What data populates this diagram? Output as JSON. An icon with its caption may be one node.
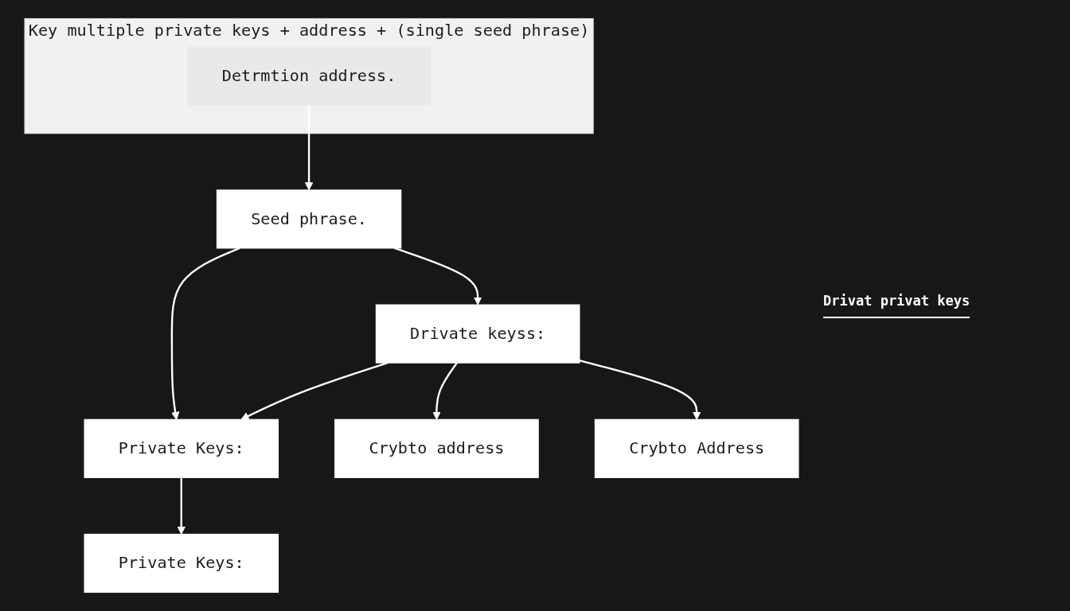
{
  "diagram": {
    "nodes": [
      {
        "text": [
          "Key multiple private keys + address + (single seed phrase)"
        ]
      },
      {
        "text": [
          "Detrmtion address."
        ],
        "in": 0
      },
      {
        "text": [
          "Seed phrase."
        ]
      },
      {
        "text": [
          "Private Keys:"
        ]
      },
      {
        "text": [
          "Drivate keyss:"
        ]
      },
      {
        "text": [
          "Crybto address"
        ]
      },
      {
        "text": [
          "Private Keys:"
        ]
      },
      {
        "text": [
          "Crybto Address"
        ]
      }
    ],
    "edges": [
      {
        "from": 1,
        "to": 2,
        "arrow": "to"
      },
      {
        "from": 2,
        "to": 3,
        "arrow": "to"
      },
      {
        "from": 2,
        "to": 4,
        "arrow": "to"
      },
      {
        "from": 4,
        "to": 3,
        "arrow": "to"
      },
      {
        "from": 4,
        "to": 5,
        "arrow": "to"
      },
      {
        "from": 3,
        "to": 6,
        "arrow": "to"
      },
      {
        "from": 4,
        "to": 7,
        "arrow": "to"
      }
    ],
    "labels": [
      "Drivat privat keys"
    ]
  }
}
